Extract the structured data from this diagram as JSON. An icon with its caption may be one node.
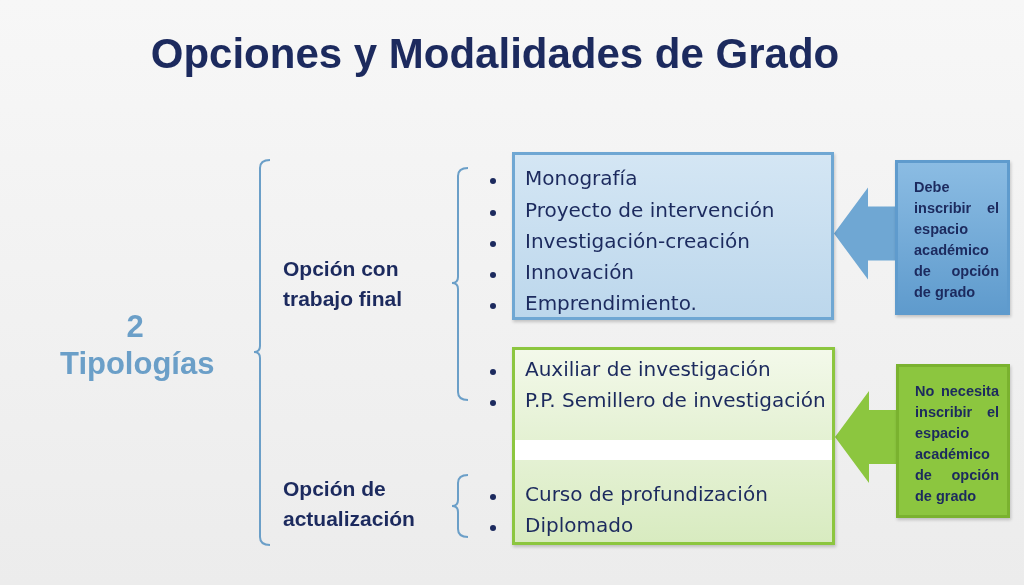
{
  "diagram": {
    "title": "Opciones y Modalidades de Grado",
    "nodes": [
      {
        "text": [
          "Monografía",
          "Proyecto de intervención",
          "Investigación-creación",
          "Innovación",
          "Emprendimiento."
        ]
      },
      {
        "text": [
          "Auxiliar de investigación",
          "P.P. Semillero de investigación",
          "Curso de profundización",
          "Diplomado"
        ]
      },
      {
        "text": [
          "Debe inscribir el espacio académico de opción de grado"
        ]
      },
      {
        "text": [
          "No necesita inscribir el espacio académico de opción de grado"
        ]
      }
    ],
    "edges": [
      {
        "from": 2,
        "to": 0,
        "arrow": "to",
        "color": "#6fa7d3"
      },
      {
        "from": 3,
        "to": 1,
        "arrow": "to",
        "color": "#8cc63f"
      }
    ],
    "labels": [
      "2 Tipologías",
      "Opción con trabajo final",
      "Opción de actualización"
    ]
  }
}
